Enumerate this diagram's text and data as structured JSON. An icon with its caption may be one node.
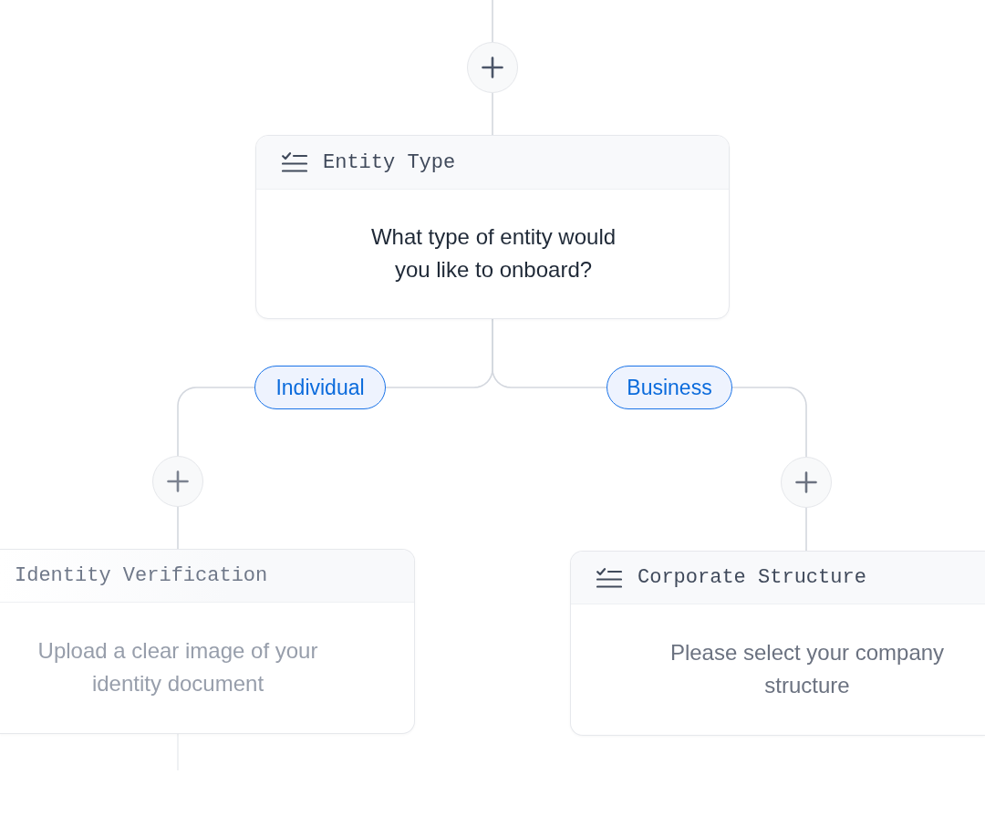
{
  "diagram": {
    "nodes": [
      {
        "text": [],
        "shape": "circle"
      },
      {
        "text": [
          "Entity Type",
          "What type of entity would you like to onboard?"
        ]
      },
      {
        "text": [],
        "shape": "circle"
      },
      {
        "text": [],
        "shape": "circle"
      },
      {
        "text": [
          "Identity Verification",
          "Upload a clear image of your identity document"
        ]
      },
      {
        "text": [
          "Corporate Structure",
          "Please select your company structure"
        ]
      }
    ],
    "edges": [
      {
        "from": null,
        "to": 0,
        "arrow": "none"
      },
      {
        "from": 0,
        "to": 1,
        "arrow": "none"
      },
      {
        "from": 1,
        "to": 2,
        "arrow": "none",
        "label": "Individual"
      },
      {
        "from": 1,
        "to": 3,
        "arrow": "none",
        "label": "Business"
      },
      {
        "from": 2,
        "to": 4,
        "arrow": "none"
      },
      {
        "from": 3,
        "to": 5,
        "arrow": "none"
      },
      {
        "from": 4,
        "to": null,
        "arrow": "none"
      }
    ]
  }
}
